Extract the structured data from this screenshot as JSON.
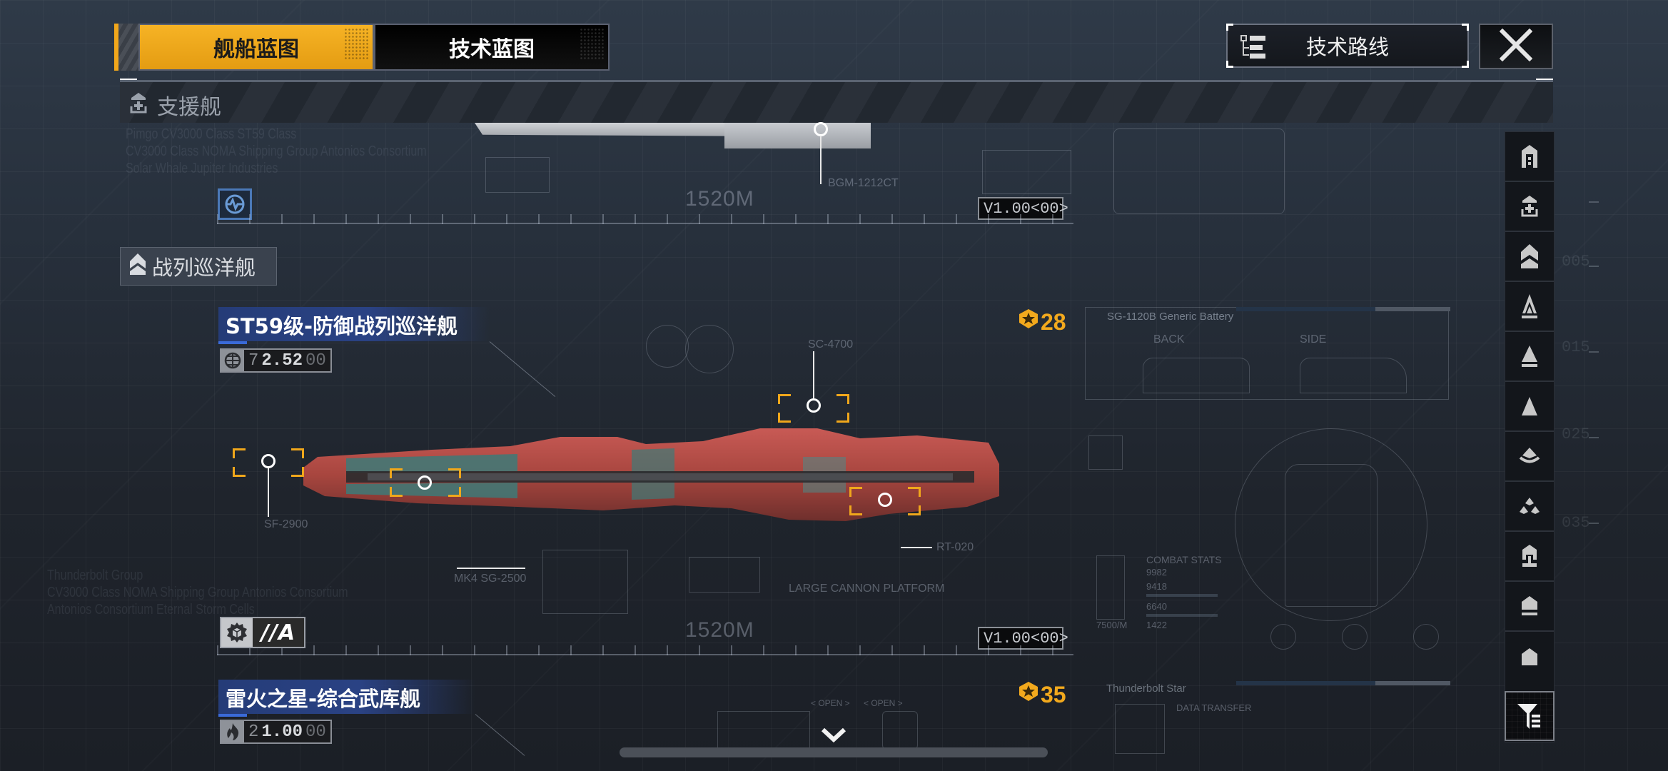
{
  "tabs": [
    {
      "label": "舰船蓝图",
      "active": true
    },
    {
      "label": "技术蓝图",
      "active": false
    }
  ],
  "tech_route_button": {
    "label": "技术路线",
    "icon": "tree-list-icon"
  },
  "close_button": {
    "icon": "close-icon"
  },
  "section_header": {
    "label": "支援舰",
    "icon": "support-ship-icon"
  },
  "category_label": {
    "label": "战列巡洋舰",
    "icon": "battlecruiser-icon"
  },
  "previous_ship": {
    "length": "1520M",
    "version": "V1.00<00>",
    "badge_icon": "energy-shield-icon",
    "callout": "BGM-1212CT",
    "bg_text": "Pimgo CV3000 Class ST59 Class\nCV3000 Class NOMA Shipping Group Antonios Consortium\nSolar Whale Jupiter Industries"
  },
  "ships": [
    {
      "name": "ST59级-防御战列巡洋舰",
      "cost_icon": "globe-icon",
      "cost_level": "7",
      "cost_value": "2.52",
      "cost_suffix": "00",
      "star_points": "28",
      "length": "1520M",
      "version": "V1.00<00>",
      "grade": "//A",
      "callouts": [
        "SF-2900",
        "MK4 SG-2500",
        "RT-020",
        "SC-4700"
      ],
      "blueprint_labels": {
        "battery": "SG-1120B Generic Battery",
        "back": "BACK",
        "side": "SIDE",
        "platform": "LARGE CANNON PLATFORM",
        "combat_stats": "COMBAT STATS",
        "stats": [
          "9982",
          "9418",
          "6640",
          "1422"
        ],
        "mass": "7500/M"
      },
      "bg_text": "Thunderbolt Group\nCV3000 Class NOMA Shipping Group Antonios Consortium\nAntonios Consortium Eternal Storm Cells"
    },
    {
      "name": "雷火之星-综合武库舰",
      "cost_icon": "flame-icon",
      "cost_level": "2",
      "cost_value": "1.00",
      "cost_suffix": "00",
      "star_points": "35",
      "blueprint_labels": {
        "title": "Thunderbolt Star",
        "data_transfer": "DATA TRANSFER",
        "open1": "< OPEN >",
        "open2": "< OPEN >"
      }
    }
  ],
  "sidebar": {
    "items": [
      {
        "icon": "carrier-icon"
      },
      {
        "icon": "support-ship-icon"
      },
      {
        "icon": "battlecruiser-icon"
      },
      {
        "icon": "cruiser-icon"
      },
      {
        "icon": "destroyer-icon"
      },
      {
        "icon": "frigate-icon"
      },
      {
        "icon": "corvette-icon"
      },
      {
        "icon": "fighter-squadron-icon"
      },
      {
        "icon": "station-icon"
      },
      {
        "icon": "auxiliary-icon"
      },
      {
        "icon": "shuttle-icon"
      }
    ],
    "filter_icon": "filter-icon"
  },
  "scale_numbers": [
    "005",
    "015",
    "025",
    "035"
  ],
  "colors": {
    "accent": "#f2a71b",
    "title_blue": "#2a4284",
    "background": "#27303c"
  }
}
